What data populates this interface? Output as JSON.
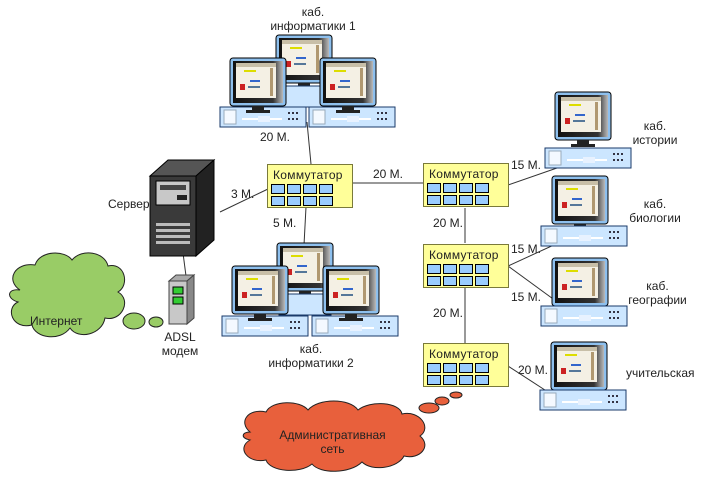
{
  "diagram": {
    "type": "network-topology",
    "switch_label": "Коммутатор",
    "nodes": {
      "server": "Сервер",
      "modem_line1": "ADSL",
      "modem_line2": "модем",
      "internet": "Интернет",
      "admin_net_line1": "Административная",
      "admin_net_line2": "сеть",
      "lab1_line1": "каб.",
      "lab1_line2": "информатики 1",
      "lab2_line1": "каб.",
      "lab2_line2": "информатики 2",
      "history_line1": "каб.",
      "history_line2": "истории",
      "biology_line1": "каб.",
      "biology_line2": "биологии",
      "geography_line1": "каб.",
      "geography_line2": "географии",
      "teachers": "учительская"
    },
    "links": {
      "server_switch1": "3 М.",
      "switch1_lab1": "20 М.",
      "switch1_lab2": "5 М.",
      "switch1_switch2": "20 М.",
      "switch2_history": "15 М.",
      "switch2_switch3": "20 М.",
      "switch3_biology": "15 М.",
      "switch3_geography": "15 М.",
      "switch3_switch4": "20 М.",
      "switch4_teachers": "20 М."
    },
    "colors": {
      "switch_fill": "#ffff99",
      "port_fill": "#99ccff",
      "internet_cloud": "#99cc66",
      "admin_cloud": "#e8603c",
      "pc_case": "#cce6ff",
      "server_body": "#3a3a3a",
      "modem_lights": "#33cc33"
    }
  }
}
